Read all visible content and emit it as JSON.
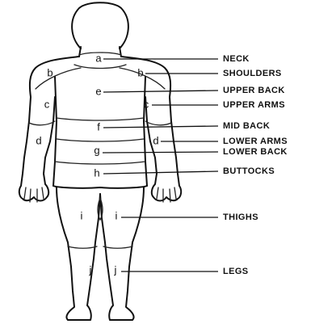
{
  "regions": [
    {
      "letter": "a",
      "label": "NECK"
    },
    {
      "letter": "b",
      "label": "SHOULDERS"
    },
    {
      "letter": "e",
      "label": "UPPER BACK"
    },
    {
      "letter": "c",
      "label": "UPPER ARMS"
    },
    {
      "letter": "f",
      "label": "MID BACK"
    },
    {
      "letter": "d",
      "label": "LOWER ARMS"
    },
    {
      "letter": "g",
      "label": "LOWER BACK"
    },
    {
      "letter": "h",
      "label": "BUTTOCKS"
    },
    {
      "letter": "i",
      "label": "THIGHS"
    },
    {
      "letter": "j",
      "label": "LEGS"
    }
  ]
}
